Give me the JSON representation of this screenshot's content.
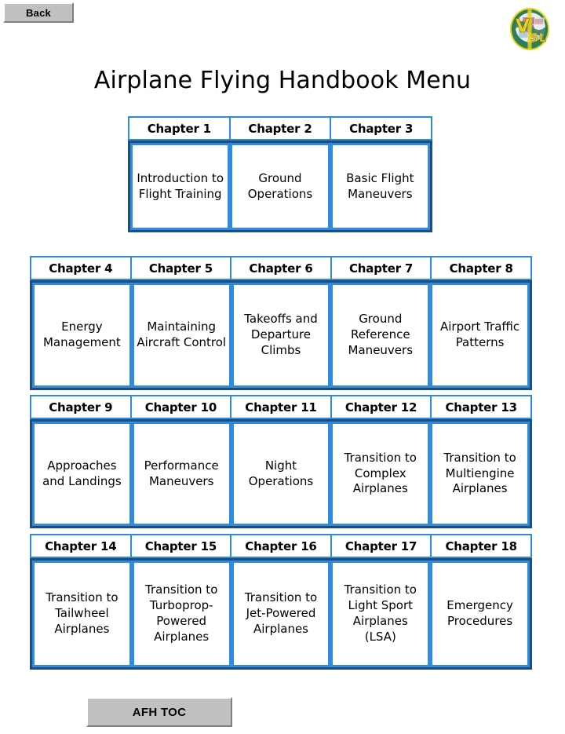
{
  "page": {
    "title": "Airplane Flying Handbook Menu",
    "background_color": "#FFFFFF"
  },
  "toolbar": {
    "back_label": "Back"
  },
  "logo": {
    "name": "vsl-logo",
    "letters_primary": "V",
    "letters_secondary": "SL",
    "ring_color": "#2E7D5B",
    "accent_color": "#E8D21A"
  },
  "colors": {
    "header_border": "#2E8BDE",
    "frame_outer": "#1F4E79",
    "cell_border": "#2E8BDE",
    "button_face": "#C0C0C0"
  },
  "footer": {
    "toc_label": "AFH TOC"
  },
  "chapter_rows": [
    {
      "row_id": "row-1",
      "columns": 3,
      "chapters": [
        {
          "header": "Chapter 1",
          "title": "Introduction to Flight Training"
        },
        {
          "header": "Chapter 2",
          "title": "Ground Operations"
        },
        {
          "header": "Chapter 3",
          "title": "Basic Flight Maneuvers"
        }
      ]
    },
    {
      "row_id": "row-2",
      "columns": 5,
      "chapters": [
        {
          "header": "Chapter 4",
          "title": "Energy Management"
        },
        {
          "header": "Chapter 5",
          "title": "Maintaining Aircraft Control"
        },
        {
          "header": "Chapter 6",
          "title": "Takeoffs and Departure Climbs"
        },
        {
          "header": "Chapter 7",
          "title": "Ground Reference Maneuvers"
        },
        {
          "header": "Chapter 8",
          "title": "Airport Traffic Patterns"
        }
      ]
    },
    {
      "row_id": "row-3",
      "columns": 5,
      "chapters": [
        {
          "header": "Chapter 9",
          "title": "Approaches and Landings"
        },
        {
          "header": "Chapter 10",
          "title": "Performance Maneuvers"
        },
        {
          "header": "Chapter 11",
          "title": "Night Operations"
        },
        {
          "header": "Chapter 12",
          "title": "Transition to Complex Airplanes"
        },
        {
          "header": "Chapter 13",
          "title": "Transition to Multiengine Airplanes"
        }
      ]
    },
    {
      "row_id": "row-4",
      "columns": 5,
      "chapters": [
        {
          "header": "Chapter 14",
          "title": "Transition to Tailwheel Airplanes"
        },
        {
          "header": "Chapter 15",
          "title": "Transition to Turboprop-Powered Airplanes"
        },
        {
          "header": "Chapter 16",
          "title": "Transition to Jet-Powered Airplanes"
        },
        {
          "header": "Chapter 17",
          "title": "Transition to Light Sport Airplanes (LSA)"
        },
        {
          "header": "Chapter 18",
          "title": "Emergency Procedures"
        }
      ]
    }
  ]
}
